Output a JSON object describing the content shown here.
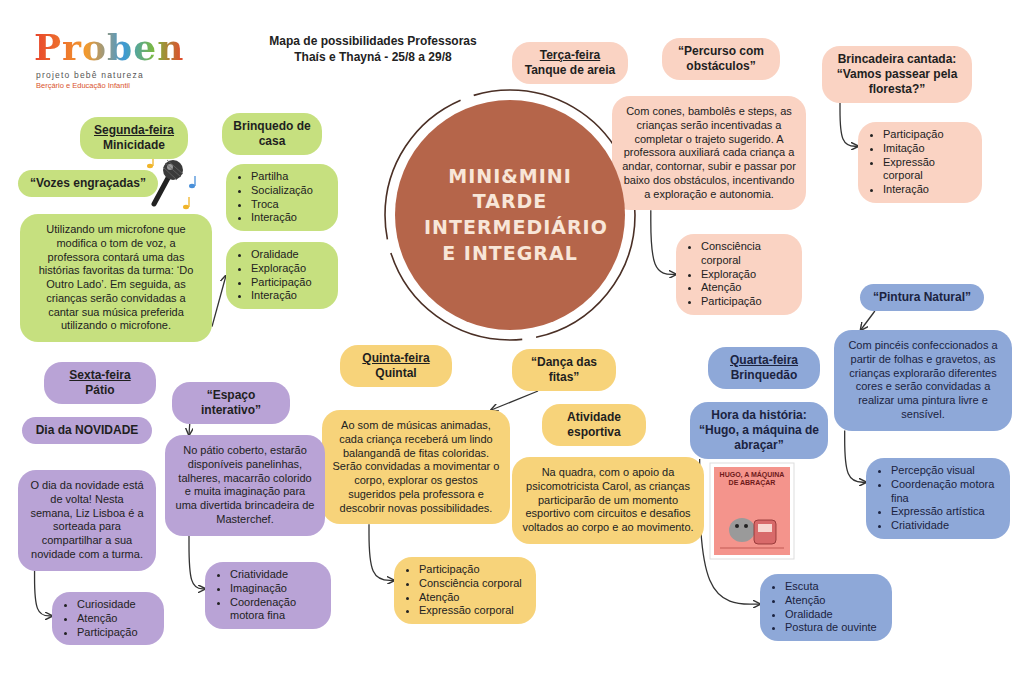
{
  "diagram": {
    "title": "Mapa de possibilidades Professoras Thaís e Thayná - 25/8 a 29/8",
    "nodes": [
      {
        "text": [
          "Segunda-feira",
          "Minicidade"
        ]
      },
      {
        "text": [
          "“Vozes engraçadas”"
        ]
      },
      {
        "text": [
          "Utilizando um microfone que modifica o tom de voz, a professora contará uma das histórias favoritas da turma: ‘Do Outro Lado’. Em seguida, as crianças serão convidadas a cantar sua música preferida utilizando o microfone."
        ]
      },
      {
        "text": [
          "Brinquedo de casa"
        ]
      },
      {
        "text": [
          "Partilha",
          "Socialização",
          "Troca",
          "Interação"
        ]
      },
      {
        "text": [
          "Oralidade",
          "Exploração",
          "Participação",
          "Interação"
        ]
      },
      {
        "text": [
          "Terça-feira",
          "Tanque de areia"
        ]
      },
      {
        "text": [
          "“Percurso com obstáculos”"
        ]
      },
      {
        "text": [
          "Com cones, bambolês e steps, as crianças serão incentivadas a completar o trajeto sugerido. A professora auxiliará cada criança a andar, contornar, subir e passar por baixo dos obstáculos, incentivando a exploração e autonomia."
        ]
      },
      {
        "text": [
          "Consciência corporal",
          "Exploração",
          "Atenção",
          "Participação"
        ]
      },
      {
        "text": [
          "Brincadeira cantada: “Vamos passear pela floresta?”"
        ]
      },
      {
        "text": [
          "Participação",
          "Imitação",
          "Expressão corporal",
          "Interação"
        ]
      },
      {
        "text": [
          "“Pintura Natural”"
        ]
      },
      {
        "text": [
          "Com pincéis confeccionados a partir de folhas e gravetos, as crianças explorarão diferentes cores e serão convidadas a realizar uma pintura livre e sensível."
        ]
      },
      {
        "text": [
          "Percepção visual",
          "Coordenação motora fina",
          "Expressão artística",
          "Criatividade"
        ]
      },
      {
        "text": [
          "Quarta-feira",
          "Brinquedão"
        ]
      },
      {
        "text": [
          "Hora da história: “Hugo, a máquina de abraçar”"
        ]
      },
      {
        "text": [
          "Escuta",
          "Atenção",
          "Oralidade",
          "Postura de ouvinte"
        ]
      },
      {
        "text": [
          "Quinta-feira",
          "Quintal"
        ]
      },
      {
        "text": [
          "“Dança das fitas”"
        ]
      },
      {
        "text": [
          "Ao som de músicas animadas, cada criança receberá um lindo balangandã de fitas coloridas. Serão convidadas a movimentar o corpo, explorar os gestos sugeridos pela professora e descobrir novas possibilidades."
        ]
      },
      {
        "text": [
          "Atividade esportiva"
        ]
      },
      {
        "text": [
          "Na quadra, com o apoio da psicomotricista Carol, as crianças participarão de um momento esportivo com circuitos e desafios voltados ao corpo e ao movimento."
        ]
      },
      {
        "text": [
          "Participação",
          "Consciência corporal",
          "Atenção",
          "Expressão corporal"
        ]
      },
      {
        "text": [
          "Sexta-feira",
          "Pátio"
        ]
      },
      {
        "text": [
          "Dia da NOVIDADE"
        ]
      },
      {
        "text": [
          "O dia da novidade está de volta! Nesta semana, Liz Lisboa é a sorteada para compartilhar a sua novidade com a turma."
        ]
      },
      {
        "text": [
          "Curiosidade",
          "Atenção",
          "Participação"
        ]
      },
      {
        "text": [
          "“Espaço interativo”"
        ]
      },
      {
        "text": [
          "No pátio coberto, estarão disponíveis panelinhas, talheres, macarrão colorido e muita imaginação para uma divertida brincadeira de Masterchef."
        ]
      },
      {
        "text": [
          "Criatividade",
          "Imaginação",
          "Coordenação motora fina"
        ]
      },
      {
        "text": [
          "MINI&MINI TARDE INTERMEDIÁRIO E INTEGRAL"
        ]
      }
    ],
    "edges": [
      {
        "from": 2,
        "to": 5,
        "arrow": "to"
      },
      {
        "from": 8,
        "to": 9,
        "arrow": "to"
      },
      {
        "from": 10,
        "to": 11,
        "arrow": "to"
      },
      {
        "from": 12,
        "to": 13,
        "arrow": "to"
      },
      {
        "from": 13,
        "to": 14,
        "arrow": "to"
      },
      {
        "from": 16,
        "to": 17,
        "arrow": "to"
      },
      {
        "from": 19,
        "to": 20,
        "arrow": "to"
      },
      {
        "from": 20,
        "to": 23,
        "arrow": "to"
      },
      {
        "from": 26,
        "to": 27,
        "arrow": "to"
      },
      {
        "from": 28,
        "to": 29,
        "arrow": "to"
      },
      {
        "from": 29,
        "to": 30,
        "arrow": "to"
      }
    ],
    "labels": [
      "Proben",
      "projeto bebê natureza",
      "Berçário e Educação Infantil",
      "HUGO, A MÁQUINA DE ABRAÇAR"
    ]
  }
}
